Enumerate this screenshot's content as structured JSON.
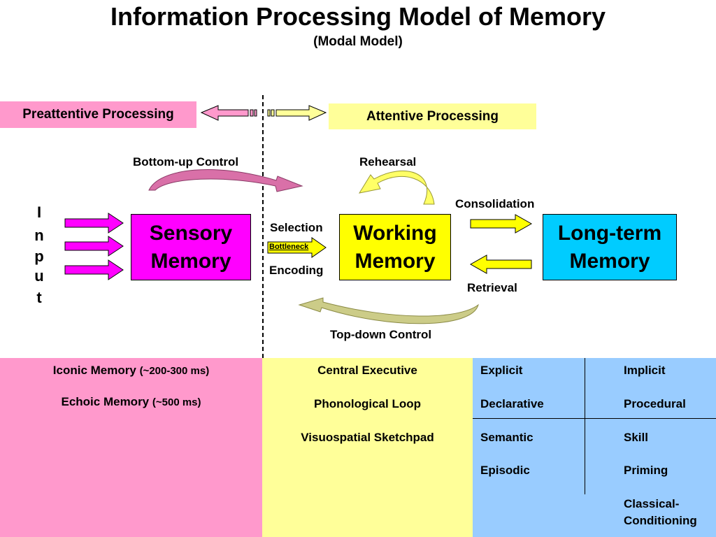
{
  "title": "Information Processing Model of Memory",
  "subtitle": "(Modal Model)",
  "banners": {
    "preattentive": "Preattentive Processing",
    "attentive": "Attentive Processing"
  },
  "labels": {
    "bottom_up": "Bottom-up Control",
    "rehearsal": "Rehearsal",
    "consolidation": "Consolidation",
    "selection": "Selection",
    "bottleneck": "Bottleneck",
    "encoding": "Encoding",
    "retrieval": "Retrieval",
    "top_down": "Top-down Control"
  },
  "input_letters": [
    "I",
    "n",
    "p",
    "u",
    "t"
  ],
  "boxes": {
    "sensory": [
      "Sensory",
      "Memory"
    ],
    "working": [
      "Working",
      "Memory"
    ],
    "longterm": [
      "Long-term",
      "Memory"
    ]
  },
  "sensory_panel": [
    {
      "name": "Iconic Memory",
      "duration": "(~200-300 ms)"
    },
    {
      "name": "Echoic Memory",
      "duration": "(~500 ms)"
    }
  ],
  "working_panel": [
    "Central Executive",
    "Phonological Loop",
    "Visuospatial Sketchpad"
  ],
  "longterm_panel": {
    "left": [
      "Explicit",
      "Declarative",
      "Semantic",
      "Episodic"
    ],
    "right": [
      "Implicit",
      "Procedural",
      "Skill",
      "Priming",
      "Classical-",
      "Conditioning"
    ]
  },
  "colors": {
    "pink": "#ff99cc",
    "yellow": "#ffff99",
    "blue": "#99ccff",
    "magenta": "#ff00ff",
    "bright_yellow": "#ffff00",
    "cyan": "#00ccff"
  }
}
